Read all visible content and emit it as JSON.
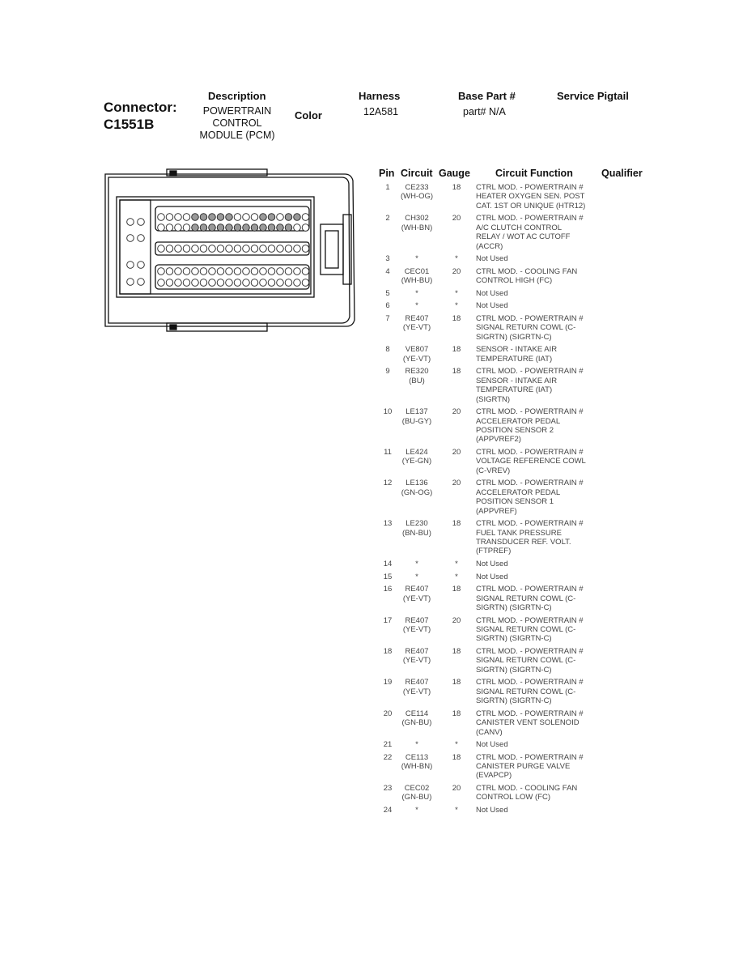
{
  "header": {
    "description_label": "Description",
    "harness_label": "Harness",
    "base_part_label": "Base Part #",
    "service_pigtail_label": "Service Pigtail",
    "connector_label": "Connector:",
    "connector_id": "C1551B",
    "description_value": "POWERTRAIN CONTROL MODULE (PCM)",
    "color_label": "Color",
    "harness_value": "12A581",
    "base_part_value": "part# N/A"
  },
  "table_headers": {
    "pin": "Pin",
    "circuit": "Circuit",
    "gauge": "Gauge",
    "function": "Circuit Function",
    "qualifier": "Qualifier"
  },
  "pins": [
    {
      "pin": "1",
      "circuit": "CE233\n(WH-OG)",
      "gauge": "18",
      "function": "CTRL MOD. - POWERTRAIN #\nHEATER OXYGEN SEN. POST\nCAT. 1ST OR UNIQUE (HTR12)"
    },
    {
      "pin": "2",
      "circuit": "CH302\n(WH-BN)",
      "gauge": "20",
      "function": "CTRL MOD. - POWERTRAIN #\nA/C CLUTCH CONTROL\nRELAY / WOT AC CUTOFF\n(ACCR)"
    },
    {
      "pin": "3",
      "circuit": "*",
      "gauge": "*",
      "function": "Not Used"
    },
    {
      "pin": "4",
      "circuit": "CEC01\n(WH-BU)",
      "gauge": "20",
      "function": "CTRL MOD. - COOLING FAN\nCONTROL HIGH (FC)"
    },
    {
      "pin": "5",
      "circuit": "*",
      "gauge": "*",
      "function": "Not Used"
    },
    {
      "pin": "6",
      "circuit": "*",
      "gauge": "*",
      "function": "Not Used"
    },
    {
      "pin": "7",
      "circuit": "RE407\n(YE-VT)",
      "gauge": "18",
      "function": "CTRL MOD. - POWERTRAIN #\nSIGNAL RETURN COWL (C-\nSIGRTN) (SIGRTN-C)"
    },
    {
      "pin": "8",
      "circuit": "VE807\n(YE-VT)",
      "gauge": "18",
      "function": "SENSOR - INTAKE AIR\nTEMPERATURE (IAT)"
    },
    {
      "pin": "9",
      "circuit": "RE320\n(BU)",
      "gauge": "18",
      "function": "CTRL MOD. - POWERTRAIN #\nSENSOR - INTAKE AIR\nTEMPERATURE (IAT)\n(SIGRTN)"
    },
    {
      "pin": "10",
      "circuit": "LE137\n(BU-GY)",
      "gauge": "20",
      "function": "CTRL MOD. - POWERTRAIN #\nACCELERATOR PEDAL\nPOSITION SENSOR 2\n(APPVREF2)"
    },
    {
      "pin": "11",
      "circuit": "LE424\n(YE-GN)",
      "gauge": "20",
      "function": "CTRL MOD. - POWERTRAIN #\nVOLTAGE REFERENCE COWL\n(C-VREV)"
    },
    {
      "pin": "12",
      "circuit": "LE136\n(GN-OG)",
      "gauge": "20",
      "function": "CTRL MOD. - POWERTRAIN #\nACCELERATOR PEDAL\nPOSITION SENSOR 1\n(APPVREF)"
    },
    {
      "pin": "13",
      "circuit": "LE230\n(BN-BU)",
      "gauge": "18",
      "function": "CTRL MOD. - POWERTRAIN #\nFUEL TANK PRESSURE\nTRANSDUCER REF. VOLT.\n(FTPREF)"
    },
    {
      "pin": "14",
      "circuit": "*",
      "gauge": "*",
      "function": "Not Used"
    },
    {
      "pin": "15",
      "circuit": "*",
      "gauge": "*",
      "function": "Not Used"
    },
    {
      "pin": "16",
      "circuit": "RE407\n(YE-VT)",
      "gauge": "18",
      "function": "CTRL MOD. - POWERTRAIN #\nSIGNAL RETURN COWL (C-\nSIGRTN) (SIGRTN-C)"
    },
    {
      "pin": "17",
      "circuit": "RE407\n(YE-VT)",
      "gauge": "20",
      "function": "CTRL MOD. - POWERTRAIN #\nSIGNAL RETURN COWL (C-\nSIGRTN) (SIGRTN-C)"
    },
    {
      "pin": "18",
      "circuit": "RE407\n(YE-VT)",
      "gauge": "18",
      "function": "CTRL MOD. - POWERTRAIN #\nSIGNAL RETURN COWL (C-\nSIGRTN) (SIGRTN-C)"
    },
    {
      "pin": "19",
      "circuit": "RE407\n(YE-VT)",
      "gauge": "18",
      "function": "CTRL MOD. - POWERTRAIN #\nSIGNAL RETURN COWL (C-\nSIGRTN) (SIGRTN-C)"
    },
    {
      "pin": "20",
      "circuit": "CE114\n(GN-BU)",
      "gauge": "18",
      "function": "CTRL MOD. - POWERTRAIN #\nCANISTER VENT SOLENOID\n(CANV)"
    },
    {
      "pin": "21",
      "circuit": "*",
      "gauge": "*",
      "function": "Not Used"
    },
    {
      "pin": "22",
      "circuit": "CE113\n(WH-BN)",
      "gauge": "18",
      "function": "CTRL MOD. - POWERTRAIN #\nCANISTER PURGE VALVE\n(EVAPCP)"
    },
    {
      "pin": "23",
      "circuit": "CEC02\n(GN-BU)",
      "gauge": "20",
      "function": "CTRL MOD. - COOLING FAN\nCONTROL LOW (FC)"
    },
    {
      "pin": "24",
      "circuit": "*",
      "gauge": "*",
      "function": "Not Used"
    }
  ]
}
